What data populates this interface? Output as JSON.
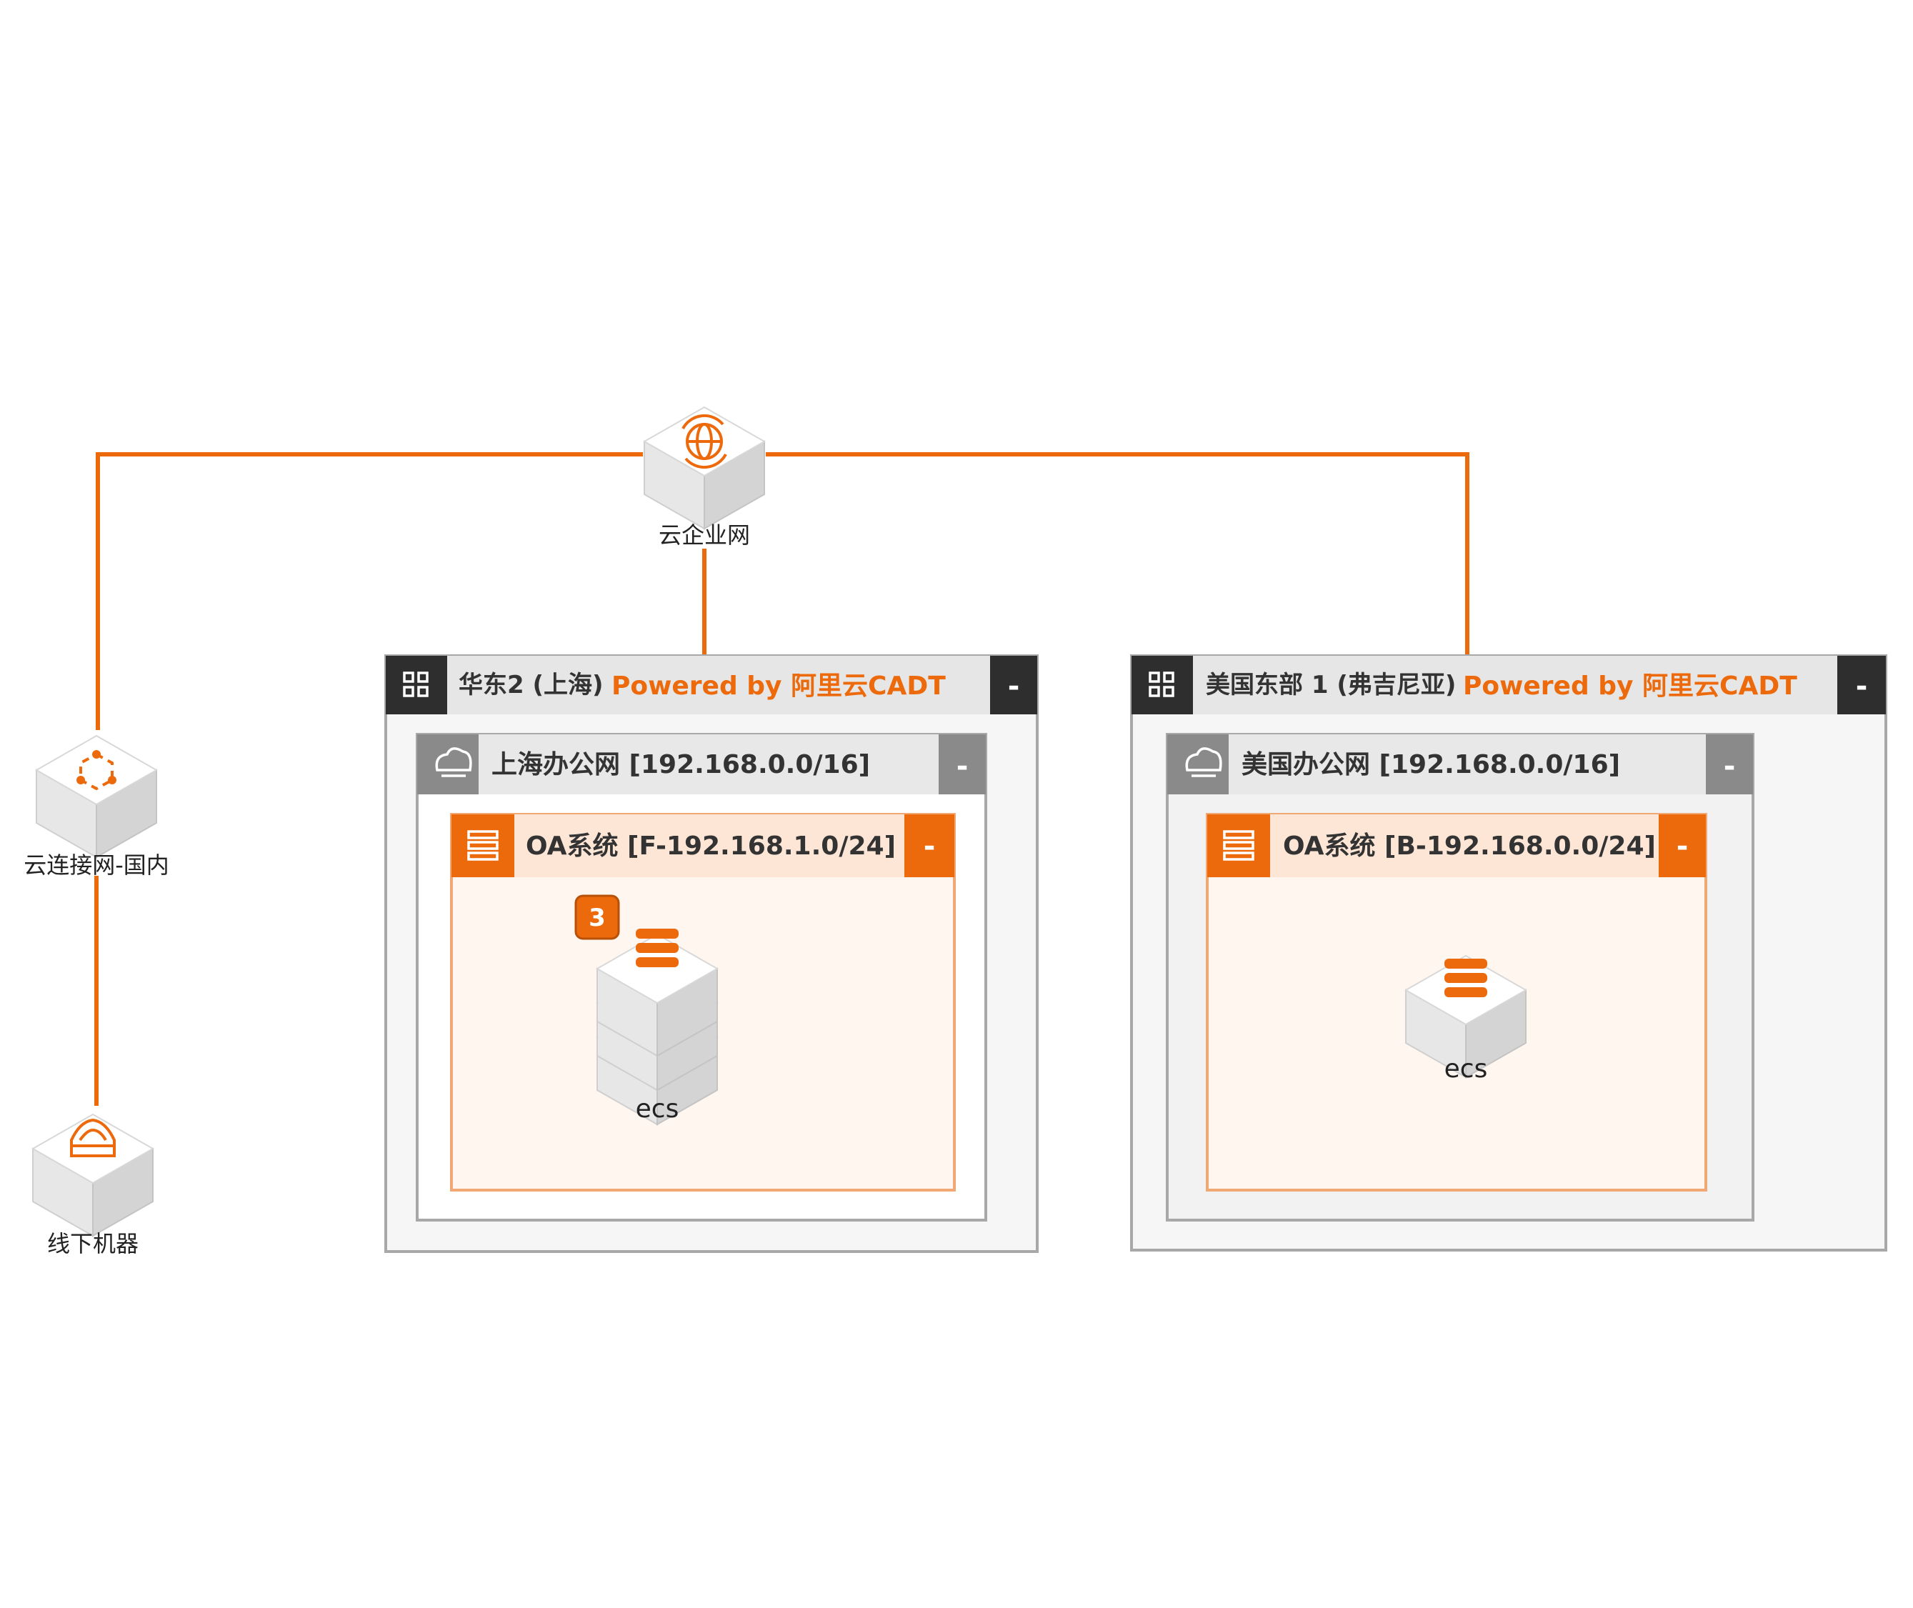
{
  "colors": {
    "accent": "#ed6a0c",
    "panel_header": "#2e2e2e",
    "vpc_header": "#8a8a8a",
    "wire": "#ed6a0c"
  },
  "nodes": {
    "cen": {
      "label": "云企业网",
      "icon": "globe-icon"
    },
    "ccn": {
      "label": "云连接网-国内",
      "icon": "hub-icon"
    },
    "idc": {
      "label": "线下机器",
      "icon": "datacenter-icon"
    }
  },
  "regions": [
    {
      "title": "华东2 (上海)",
      "brand": "Powered by 阿里云CADT",
      "collapse": "-",
      "vpc": {
        "title": "上海办公网 [192.168.0.0/16]",
        "collapse": "-",
        "subnet": {
          "title": "OA系统 [F-192.168.1.0/24]",
          "collapse": "-",
          "resource": {
            "label": "ecs",
            "count": "3",
            "icon": "server-icon"
          }
        }
      }
    },
    {
      "title": "美国东部 1 (弗吉尼亚)",
      "brand": "Powered by 阿里云CADT",
      "collapse": "-",
      "vpc": {
        "title": "美国办公网 [192.168.0.0/16]",
        "collapse": "-",
        "subnet": {
          "title": "OA系统 [B-192.168.0.0/24]",
          "collapse": "-",
          "resource": {
            "label": "ecs",
            "icon": "server-icon"
          }
        }
      }
    }
  ]
}
